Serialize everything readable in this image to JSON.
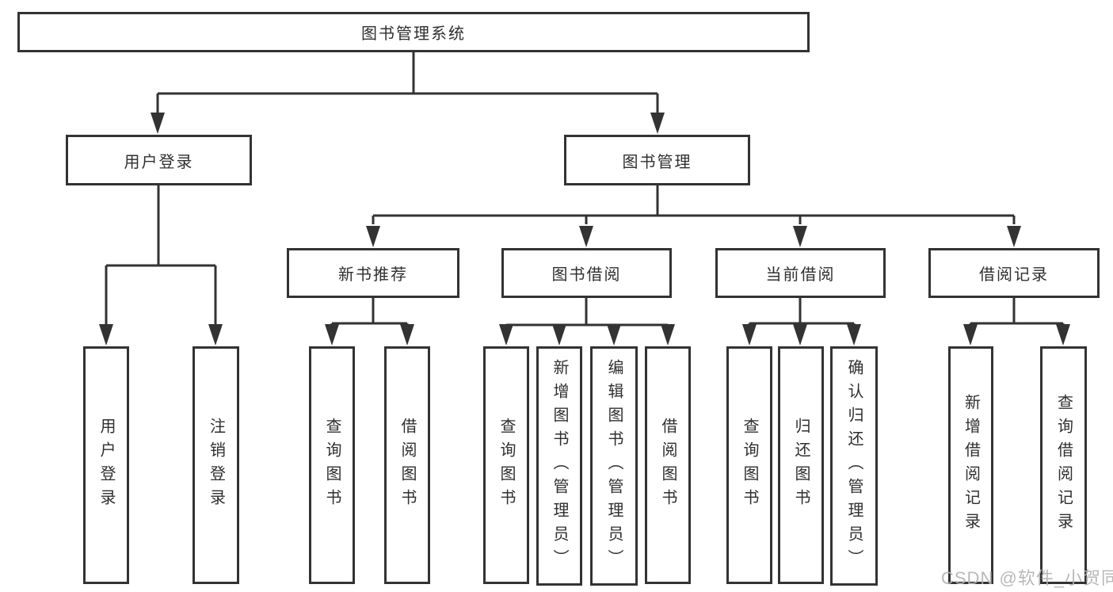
{
  "colors": {
    "line": "#333333",
    "box_border": "#333333",
    "box_background": "#ffffff",
    "text": "#2f2f2f",
    "watermark": "#b3b3b3",
    "background": "#ffffff"
  },
  "tree": {
    "root": "图书管理系统",
    "branches": {
      "user": "用户登录",
      "mgmt": "图书管理"
    },
    "modules": {
      "new_books": "新书推荐",
      "borrowing": "图书借阅",
      "current": "当前借阅",
      "records": "借阅记录"
    },
    "leaves": {
      "user_login": "用户登录",
      "user_logout": "注销登录",
      "nb_query": "查询图书",
      "nb_borrow": "借阅图书",
      "bb_query": "查询图书",
      "bb_add": "新增图书（管理员）",
      "bb_edit": "编辑图书（管理员）",
      "bb_borrow": "借阅图书",
      "cb_query": "查询图书",
      "cb_return": "归还图书",
      "cb_confirm": "确认归还（管理员）",
      "br_add": "新增借阅记录",
      "br_query": "查询借阅记录"
    }
  },
  "watermark": "CSDN @软件_小贺同学"
}
